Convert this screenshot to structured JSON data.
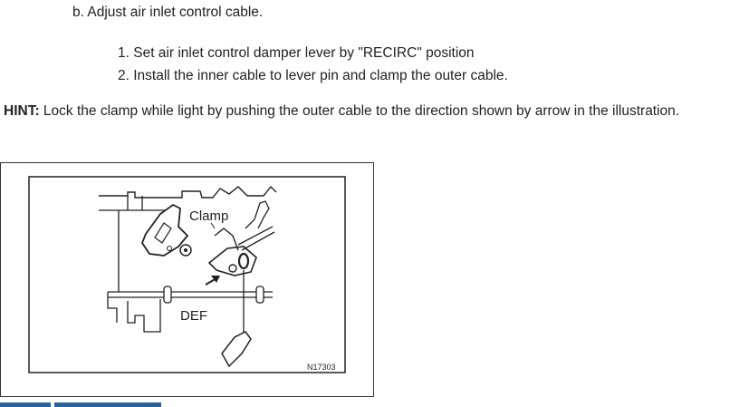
{
  "step": {
    "heading": "b. Adjust air inlet control cable."
  },
  "substeps": [
    "1. Set air inlet control damper lever by \"RECIRC\" position",
    "2. Install the inner cable to lever pin and clamp the outer cable."
  ],
  "hint": {
    "label": "HINT:",
    "text": " Lock the clamp while light by pushing the outer cable to the direction shown by arrow in the illustration."
  },
  "illustration": {
    "callout_clamp": "Clamp",
    "callout_def": "DEF",
    "figure_number": "N17303"
  }
}
